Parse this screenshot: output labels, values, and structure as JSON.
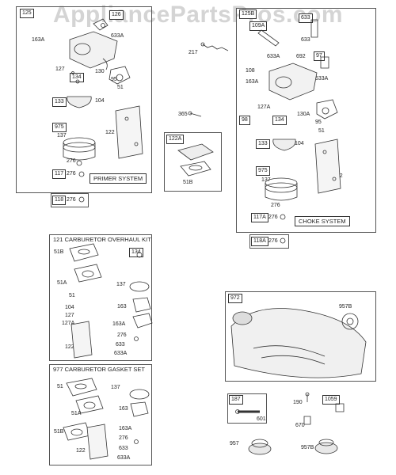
{
  "watermark": "AppliancePartsPros.com",
  "panel_125": {
    "tag": "125",
    "tag_126": "126",
    "labels": [
      "163A",
      "633A",
      "127",
      "134",
      "130",
      "95",
      "51",
      "133",
      "104",
      "975",
      "137",
      "122",
      "276"
    ],
    "box117": "117",
    "n276b": "276",
    "system": "PRIMER SYSTEM",
    "box118": "118",
    "n276c": "276"
  },
  "mid": {
    "n217": "217",
    "n365": "365",
    "tag122A": "122A",
    "n51B": "51B"
  },
  "panel_125B": {
    "tag": "125B",
    "tag_109": "109A",
    "tag_633": "633",
    "tag_97": "97",
    "labels": [
      "633A",
      "692",
      "108",
      "163A",
      "633A",
      "127A",
      "130A",
      "95",
      "51",
      "98",
      "134",
      "133",
      "104",
      "975",
      "137",
      "122",
      "276"
    ],
    "box117A": "117A",
    "n276b": "276",
    "system": "CHOKE SYSTEM",
    "box118A": "118A",
    "n276c": "276"
  },
  "kit121": {
    "title": "121 CARBURETOR OVERHAUL KIT",
    "labels": [
      "51B",
      "134",
      "51A",
      "137",
      "51",
      "104",
      "163",
      "127",
      "127A",
      "163A",
      "122",
      "276",
      "633",
      "633A"
    ]
  },
  "kit977": {
    "title": "977 CARBURETOR GASKET SET",
    "labels": [
      "51",
      "137",
      "51A",
      "163",
      "51B",
      "163A",
      "122",
      "276",
      "633",
      "633A"
    ]
  },
  "panel_972": {
    "tag": "972",
    "n957B": "957B"
  },
  "bottom": {
    "tag187": "187",
    "n601": "601",
    "n957": "957",
    "n190": "190",
    "tag1059": "1059",
    "n670": "670",
    "n957B": "957B"
  }
}
